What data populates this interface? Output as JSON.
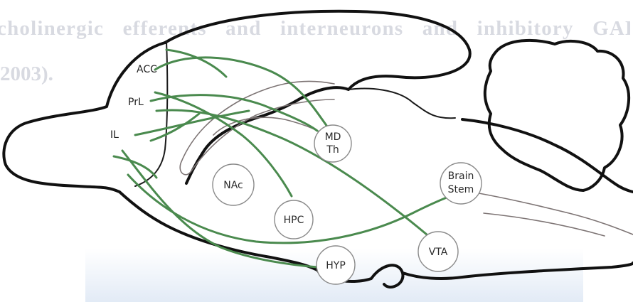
{
  "background_text": {
    "line1": "cholinergic efferents and interneurons and inhibitory GABAergic",
    "line2": "2003)."
  },
  "prefrontal_labels": {
    "acc": "ACC",
    "prl": "PrL",
    "il": "IL"
  },
  "regions": {
    "md_th": {
      "line1": "MD",
      "line2": "Th"
    },
    "nac": "NAc",
    "hpc": "HPC",
    "hyp": "HYP",
    "vta": "VTA",
    "brain_stem": {
      "line1": "Brain",
      "line2": "Stem"
    }
  },
  "colors": {
    "projection": "#4a8a4e",
    "outline": "#111111",
    "circle_stroke": "#8a8a8a"
  }
}
